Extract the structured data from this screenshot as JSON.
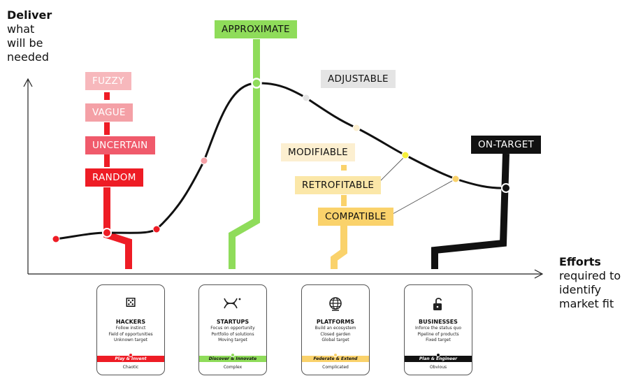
{
  "y_axis": {
    "title_strong": "Deliver",
    "title_lines": [
      "what",
      "will be",
      "needed"
    ]
  },
  "x_axis": {
    "title_strong": "Efforts",
    "title_lines": [
      "required to",
      "identify",
      "market fit"
    ]
  },
  "colors": {
    "red": "#ee1c25",
    "pink": "#f4a0a6",
    "light_pink": "#f7b8bc",
    "green": "#8fdc5a",
    "gray": "#e4e4e4",
    "cream": "#fcefd0",
    "light_yellow": "#fbe7a8",
    "yellow": "#fad26b",
    "bright_yellow": "#f6f03a",
    "black": "#111111"
  },
  "stage_labels": {
    "fuzzy": "FUZZY",
    "vague": "VAGUE",
    "uncertain": "UNCERTAIN",
    "random": "RANDOM",
    "approximate": "APPROXIMATE",
    "adjustable": "ADJUSTABLE",
    "modifiable": "MODIFIABLE",
    "retrofitable": "RETROFITABLE",
    "compatible": "COMPATIBLE",
    "on_target": "ON-TARGET"
  },
  "cards": [
    {
      "icon": "dice-icon",
      "title": "HACKERS",
      "lines": [
        "Follow instinct",
        "Field of opportunities",
        "Unknown target"
      ],
      "band": "Play & Invent",
      "band_color": "#ee1c25",
      "band_text_color": "#ffffff",
      "domain": "Chaotic"
    },
    {
      "icon": "dna-icon",
      "title": "STARTUPS",
      "lines": [
        "Focus on opportunity",
        "Portfolio of solutions",
        "Moving target"
      ],
      "band": "Discover & Innovate",
      "band_color": "#8fdc5a",
      "band_text_color": "#111111",
      "domain": "Complex"
    },
    {
      "icon": "globe-icon",
      "title": "PLATFORMS",
      "lines": [
        "Build an ecosystem",
        "Closed garden",
        "Global target"
      ],
      "band": "Federate & Extend",
      "band_color": "#fad26b",
      "band_text_color": "#111111",
      "domain": "Complicated"
    },
    {
      "icon": "padlock-icon",
      "title": "BUSINESSES",
      "lines": [
        "Inforce the status quo",
        "Pipeline of products",
        "Fixed target"
      ],
      "band": "Plan & Engineer",
      "band_color": "#111111",
      "band_text_color": "#ffffff",
      "domain": "Obvious"
    }
  ]
}
